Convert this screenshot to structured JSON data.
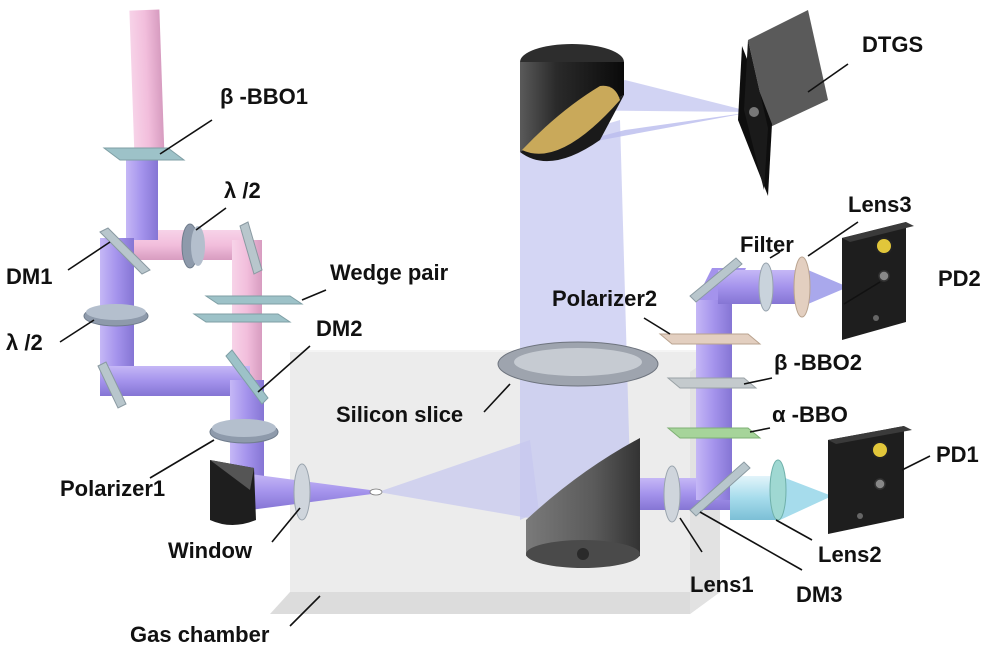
{
  "diagram": {
    "labels": {
      "bbo1": "β -BBO1",
      "half_wave_top": "λ /2",
      "dm1": "DM1",
      "half_wave_left": "λ /2",
      "wedge_pair": "Wedge pair",
      "dm2": "DM2",
      "polarizer1": "Polarizer1",
      "window": "Window",
      "gas_chamber": "Gas chamber",
      "silicon_slice": "Silicon slice",
      "dtgs": "DTGS",
      "lens3": "Lens3",
      "filter": "Filter",
      "pd2": "PD2",
      "polarizer2": "Polarizer2",
      "bbo2": "β -BBO2",
      "alpha_bbo": "α -BBO",
      "pd1": "PD1",
      "lens1": "Lens1",
      "lens2": "Lens2",
      "dm3": "DM3"
    },
    "colors": {
      "fundamental_beam": "#f2bedc",
      "second_harmonic_beam": "#a493ec",
      "thz_beam": "#c6c8f0",
      "probe_beam": "#a6dcec",
      "chamber": "#ececec",
      "optic": "#9aa6b8",
      "detector_body": "#222222",
      "mirror_coating": "#c9a95a"
    }
  }
}
